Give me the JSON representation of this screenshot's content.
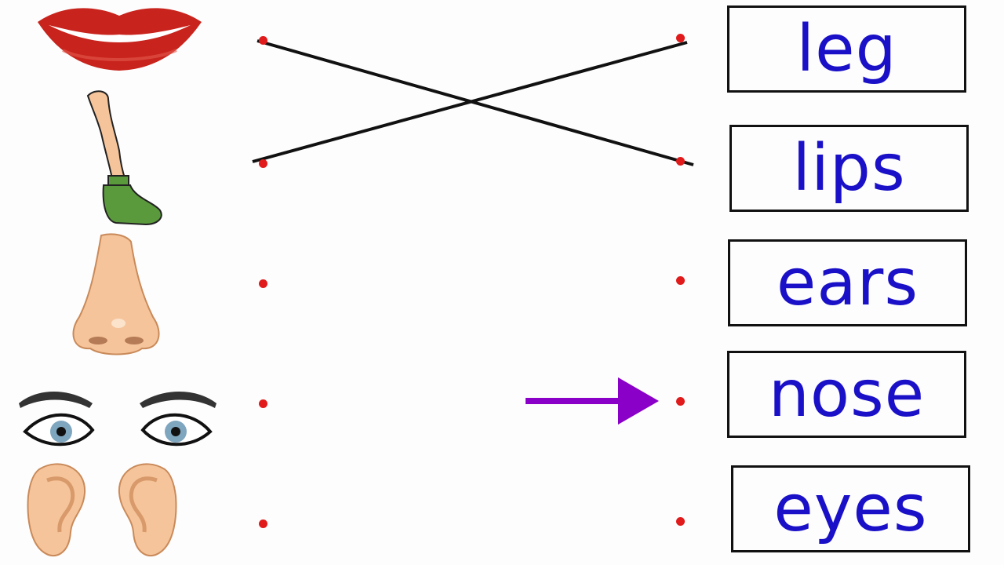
{
  "pictures": [
    {
      "icon": "lips-icon"
    },
    {
      "icon": "leg-icon"
    },
    {
      "icon": "nose-icon"
    },
    {
      "icon": "eyes-icon"
    },
    {
      "icon": "ears-icon"
    }
  ],
  "words": [
    "leg",
    "lips",
    "ears",
    "nose",
    "eyes"
  ],
  "matches": [
    {
      "picture": "lips",
      "word": "lips"
    },
    {
      "picture": "leg",
      "word": "leg"
    }
  ],
  "colors": {
    "word_text": "#1a10c8",
    "dot": "#e11b1b",
    "match_line": "#111111",
    "arrow": "#8a00c8",
    "lips": "#c8231c",
    "skin": "#f6c49a",
    "shoe": "#5a9a3c",
    "iris": "#7fa6bf"
  },
  "pointer": {
    "icon": "arrow-right-icon",
    "target_word": "nose"
  }
}
